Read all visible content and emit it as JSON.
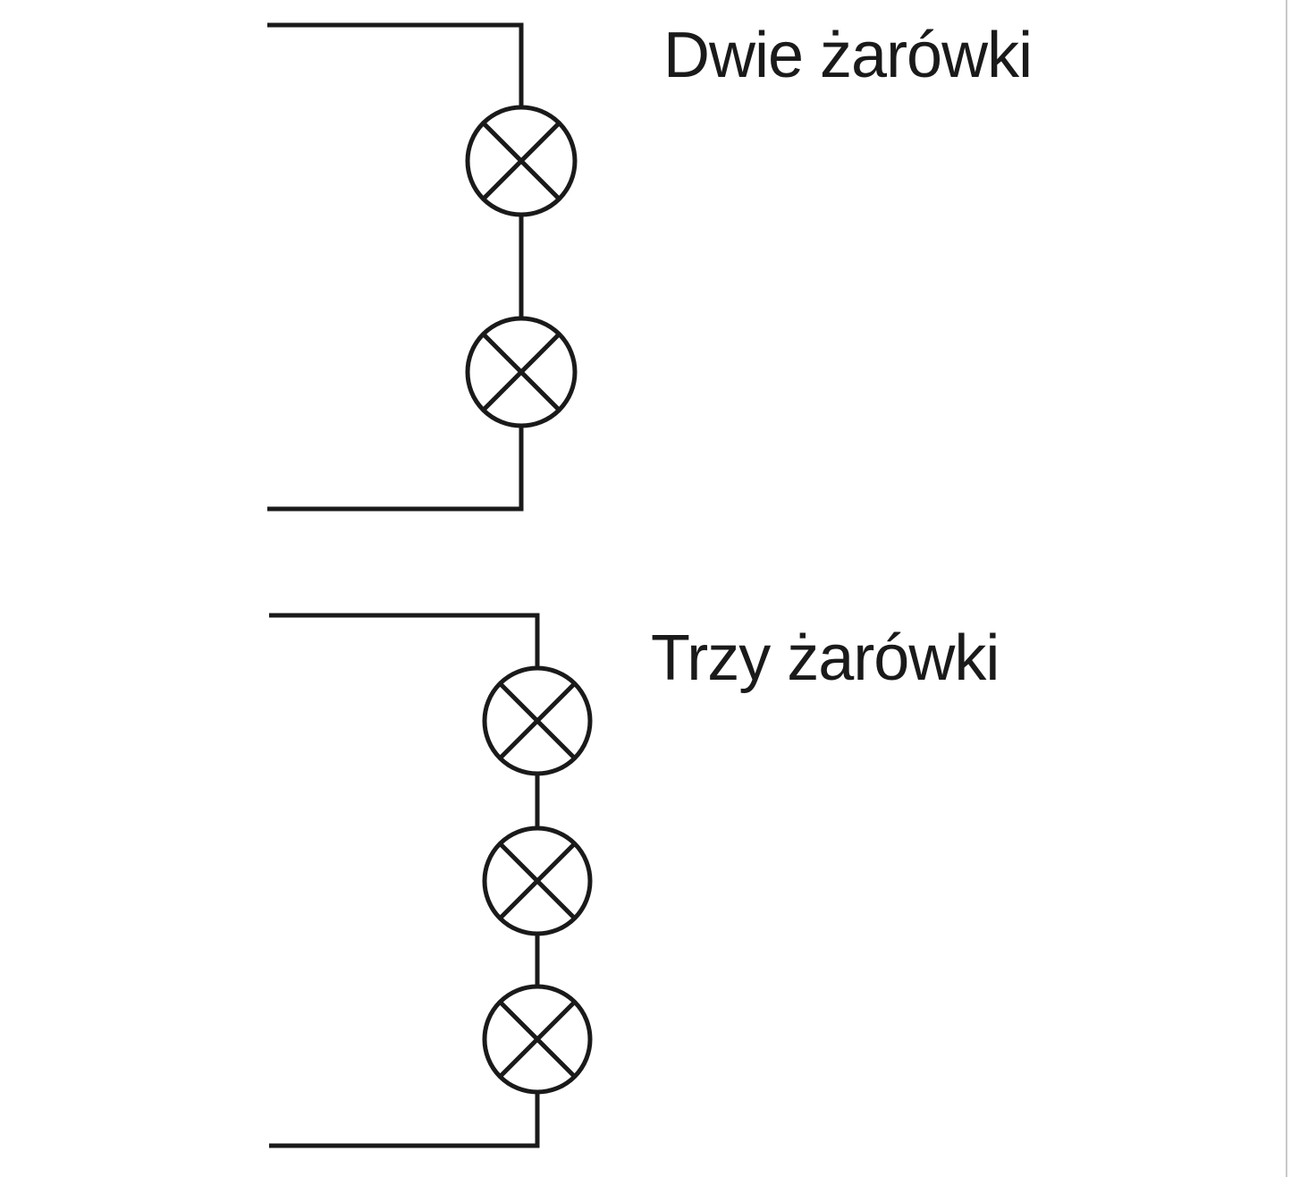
{
  "diagrams": [
    {
      "id": "two-bulbs",
      "label": "Dwie żarówki",
      "bulb_count": 2
    },
    {
      "id": "three-bulbs",
      "label": "Trzy żarówki",
      "bulb_count": 3
    }
  ],
  "colors": {
    "wire": "#1a1a1a",
    "background": "#ffffff",
    "page_edge": "#c8c8c8"
  },
  "icons": {
    "bulb": "lamp-symbol-icon"
  }
}
